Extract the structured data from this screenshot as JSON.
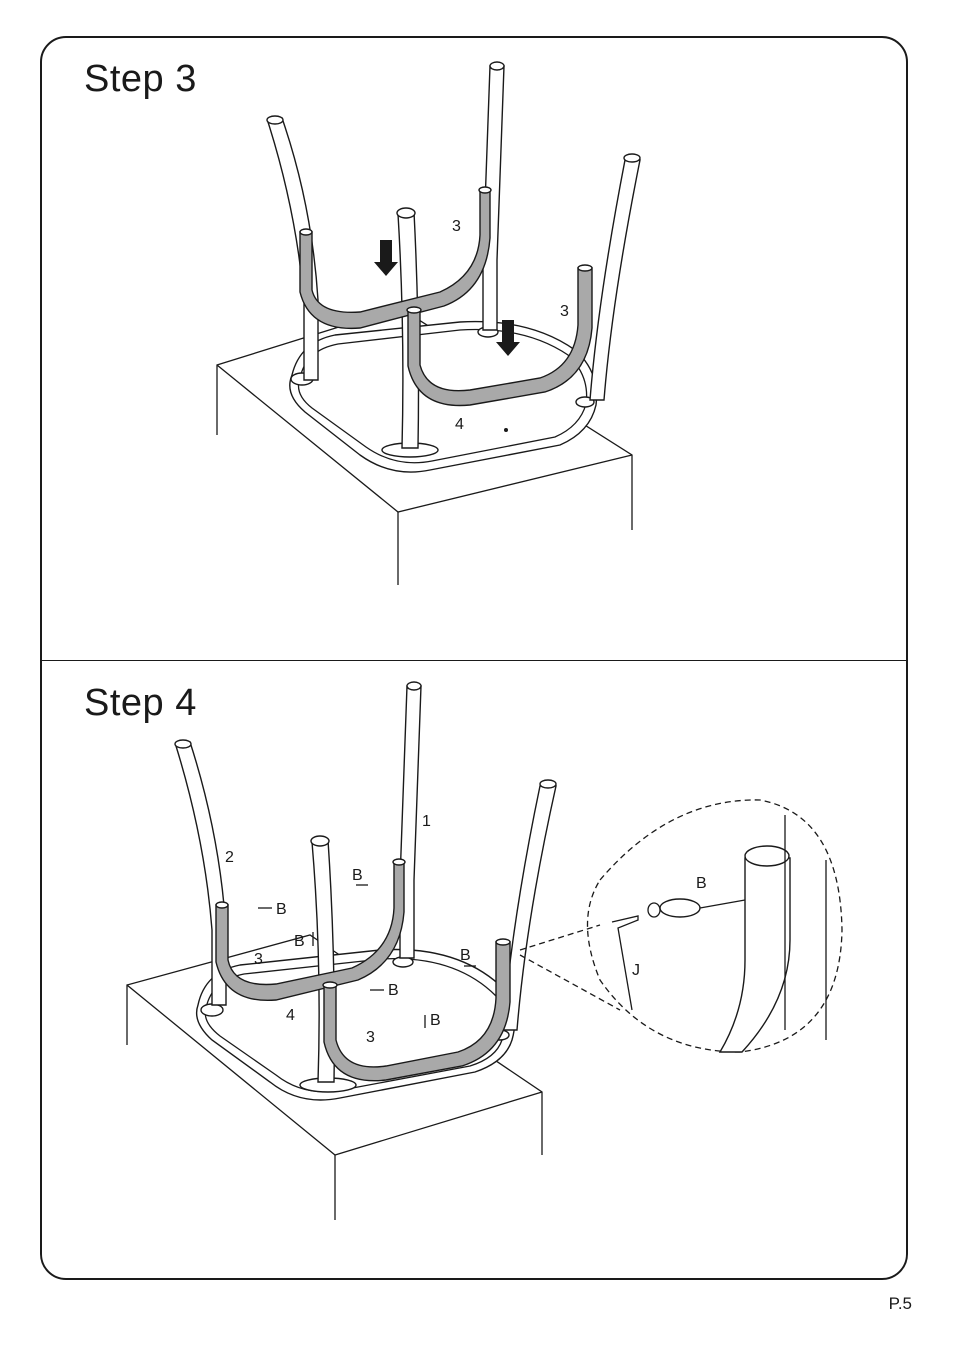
{
  "steps": [
    {
      "title": "Step 3",
      "callouts": [
        "3",
        "3",
        "4"
      ]
    },
    {
      "title": "Step 4",
      "callouts": [
        "1",
        "2",
        "3",
        "3",
        "4",
        "B",
        "B",
        "B",
        "B",
        "B",
        "B"
      ],
      "detail": {
        "bolt": "B",
        "wrench": "J"
      }
    }
  ],
  "page_number": "P.5"
}
